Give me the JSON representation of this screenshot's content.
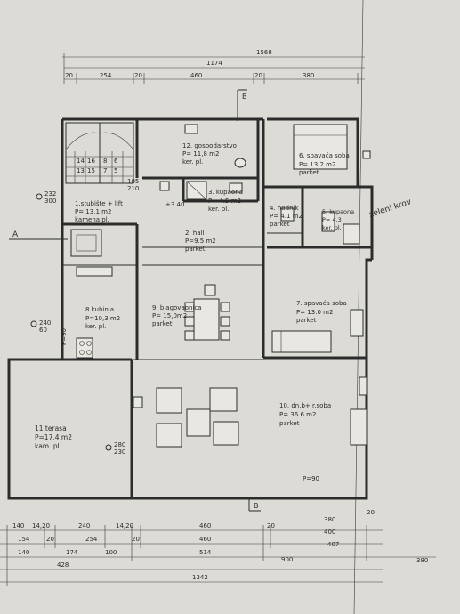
{
  "top_dims": {
    "overall": "1568",
    "sub": "1174",
    "parts": [
      "20",
      "254",
      "20",
      "460",
      "20",
      "380"
    ]
  },
  "section_marks": {
    "a": "A",
    "b_top": "B",
    "b_bottom": "B"
  },
  "rooms": {
    "stair": {
      "name": "1.stubište + lift",
      "area": "P= 13,1 m2",
      "floor": "kamena pl."
    },
    "kupaona": {
      "name": "3. kupaona",
      "area": "P= 4.5 m2",
      "floor": "ker. pl."
    },
    "hall": {
      "name": "2. hall",
      "area": "P=9.5 m2",
      "floor": "parket"
    },
    "hodnik": {
      "name": "4. hodnik",
      "area": "P= 4.1 m2",
      "floor": "parket"
    },
    "kupaona5": {
      "name": "5. kupaona",
      "area": "P= 4.3",
      "floor": "ker. pl."
    },
    "spavaca6": {
      "name": "6. spavaća soba",
      "area": "P= 13.2 m2",
      "floor": "parket"
    },
    "spavaca7": {
      "name": "7. spavaća soba",
      "area": "P= 13.0 m2",
      "floor": "parket"
    },
    "kuhinja": {
      "name": "8.kuhinja",
      "area": "P=10,3 m2",
      "floor": "ker. pl."
    },
    "blagovaonica": {
      "name": "9. blagovaonica",
      "area": "P= 15,0m2",
      "floor": "parket"
    },
    "dnevna": {
      "name": "10. dn.b+ r.soba",
      "area": "P= 36.6 m2",
      "floor": "parket"
    },
    "terasa": {
      "name": "11.terasa",
      "area": "P=17,4 m2",
      "floor": "kam. pl."
    },
    "gospodarstvo": {
      "name": "12. gospodarstvo",
      "area": "P= 11,8 m2",
      "floor": "ker. pl."
    }
  },
  "green_roof": "zeleni krov",
  "opening_tags": {
    "stair_window": [
      "232",
      "300"
    ],
    "door_105": [
      "105",
      "210"
    ],
    "level": "+3.40",
    "kitchen_window": [
      "240",
      "60"
    ],
    "terrace_door": [
      "280",
      "230"
    ],
    "p90_left": "P=90",
    "p90_bottom": "P=90"
  },
  "stair_numbers": [
    "16",
    "15",
    "14",
    "13",
    "8",
    "7",
    "6",
    "5"
  ],
  "bottom_dims": {
    "row1": [
      "140",
      "14,20",
      "240",
      "14,20",
      "460",
      "20",
      "380",
      "20"
    ],
    "row2": [
      "154",
      "20",
      "254",
      "20",
      "460",
      "400"
    ],
    "row3": [
      "140",
      "174",
      "100",
      "514",
      "407"
    ],
    "row3_right": "380",
    "row4_left": "428",
    "row4_right": "900",
    "total": "1342"
  }
}
